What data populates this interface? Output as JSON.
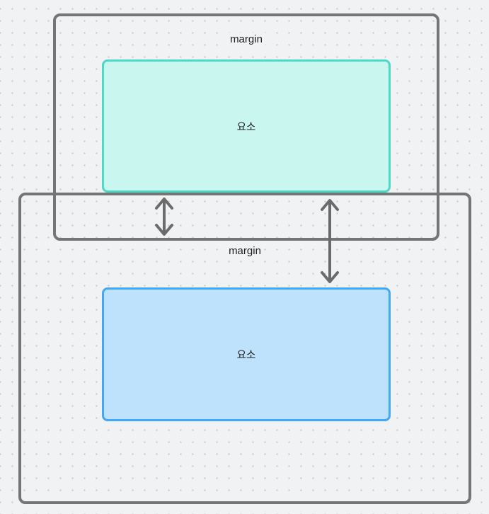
{
  "canvas": {
    "background_color": "#f1f2f3",
    "dot_color": "#c9c9c9"
  },
  "margin_box_top": {
    "label": "margin",
    "border_color": "#757575"
  },
  "margin_box_bottom": {
    "label": "margin",
    "border_color": "#757575"
  },
  "element_top": {
    "label": "요소",
    "fill_color": "#c9f7f0",
    "border_color": "#4ed8c6",
    "text_color": "#1e1e1e"
  },
  "element_bottom": {
    "label": "요소",
    "fill_color": "#bfe2fc",
    "border_color": "#42a7f5",
    "text_color": "#1e1e1e"
  },
  "arrows": {
    "color": "#6b6b6b",
    "left_arrow": "collapsed-bottom-margin-of-element-1",
    "right_arrow": "top-margin-of-element-2"
  }
}
